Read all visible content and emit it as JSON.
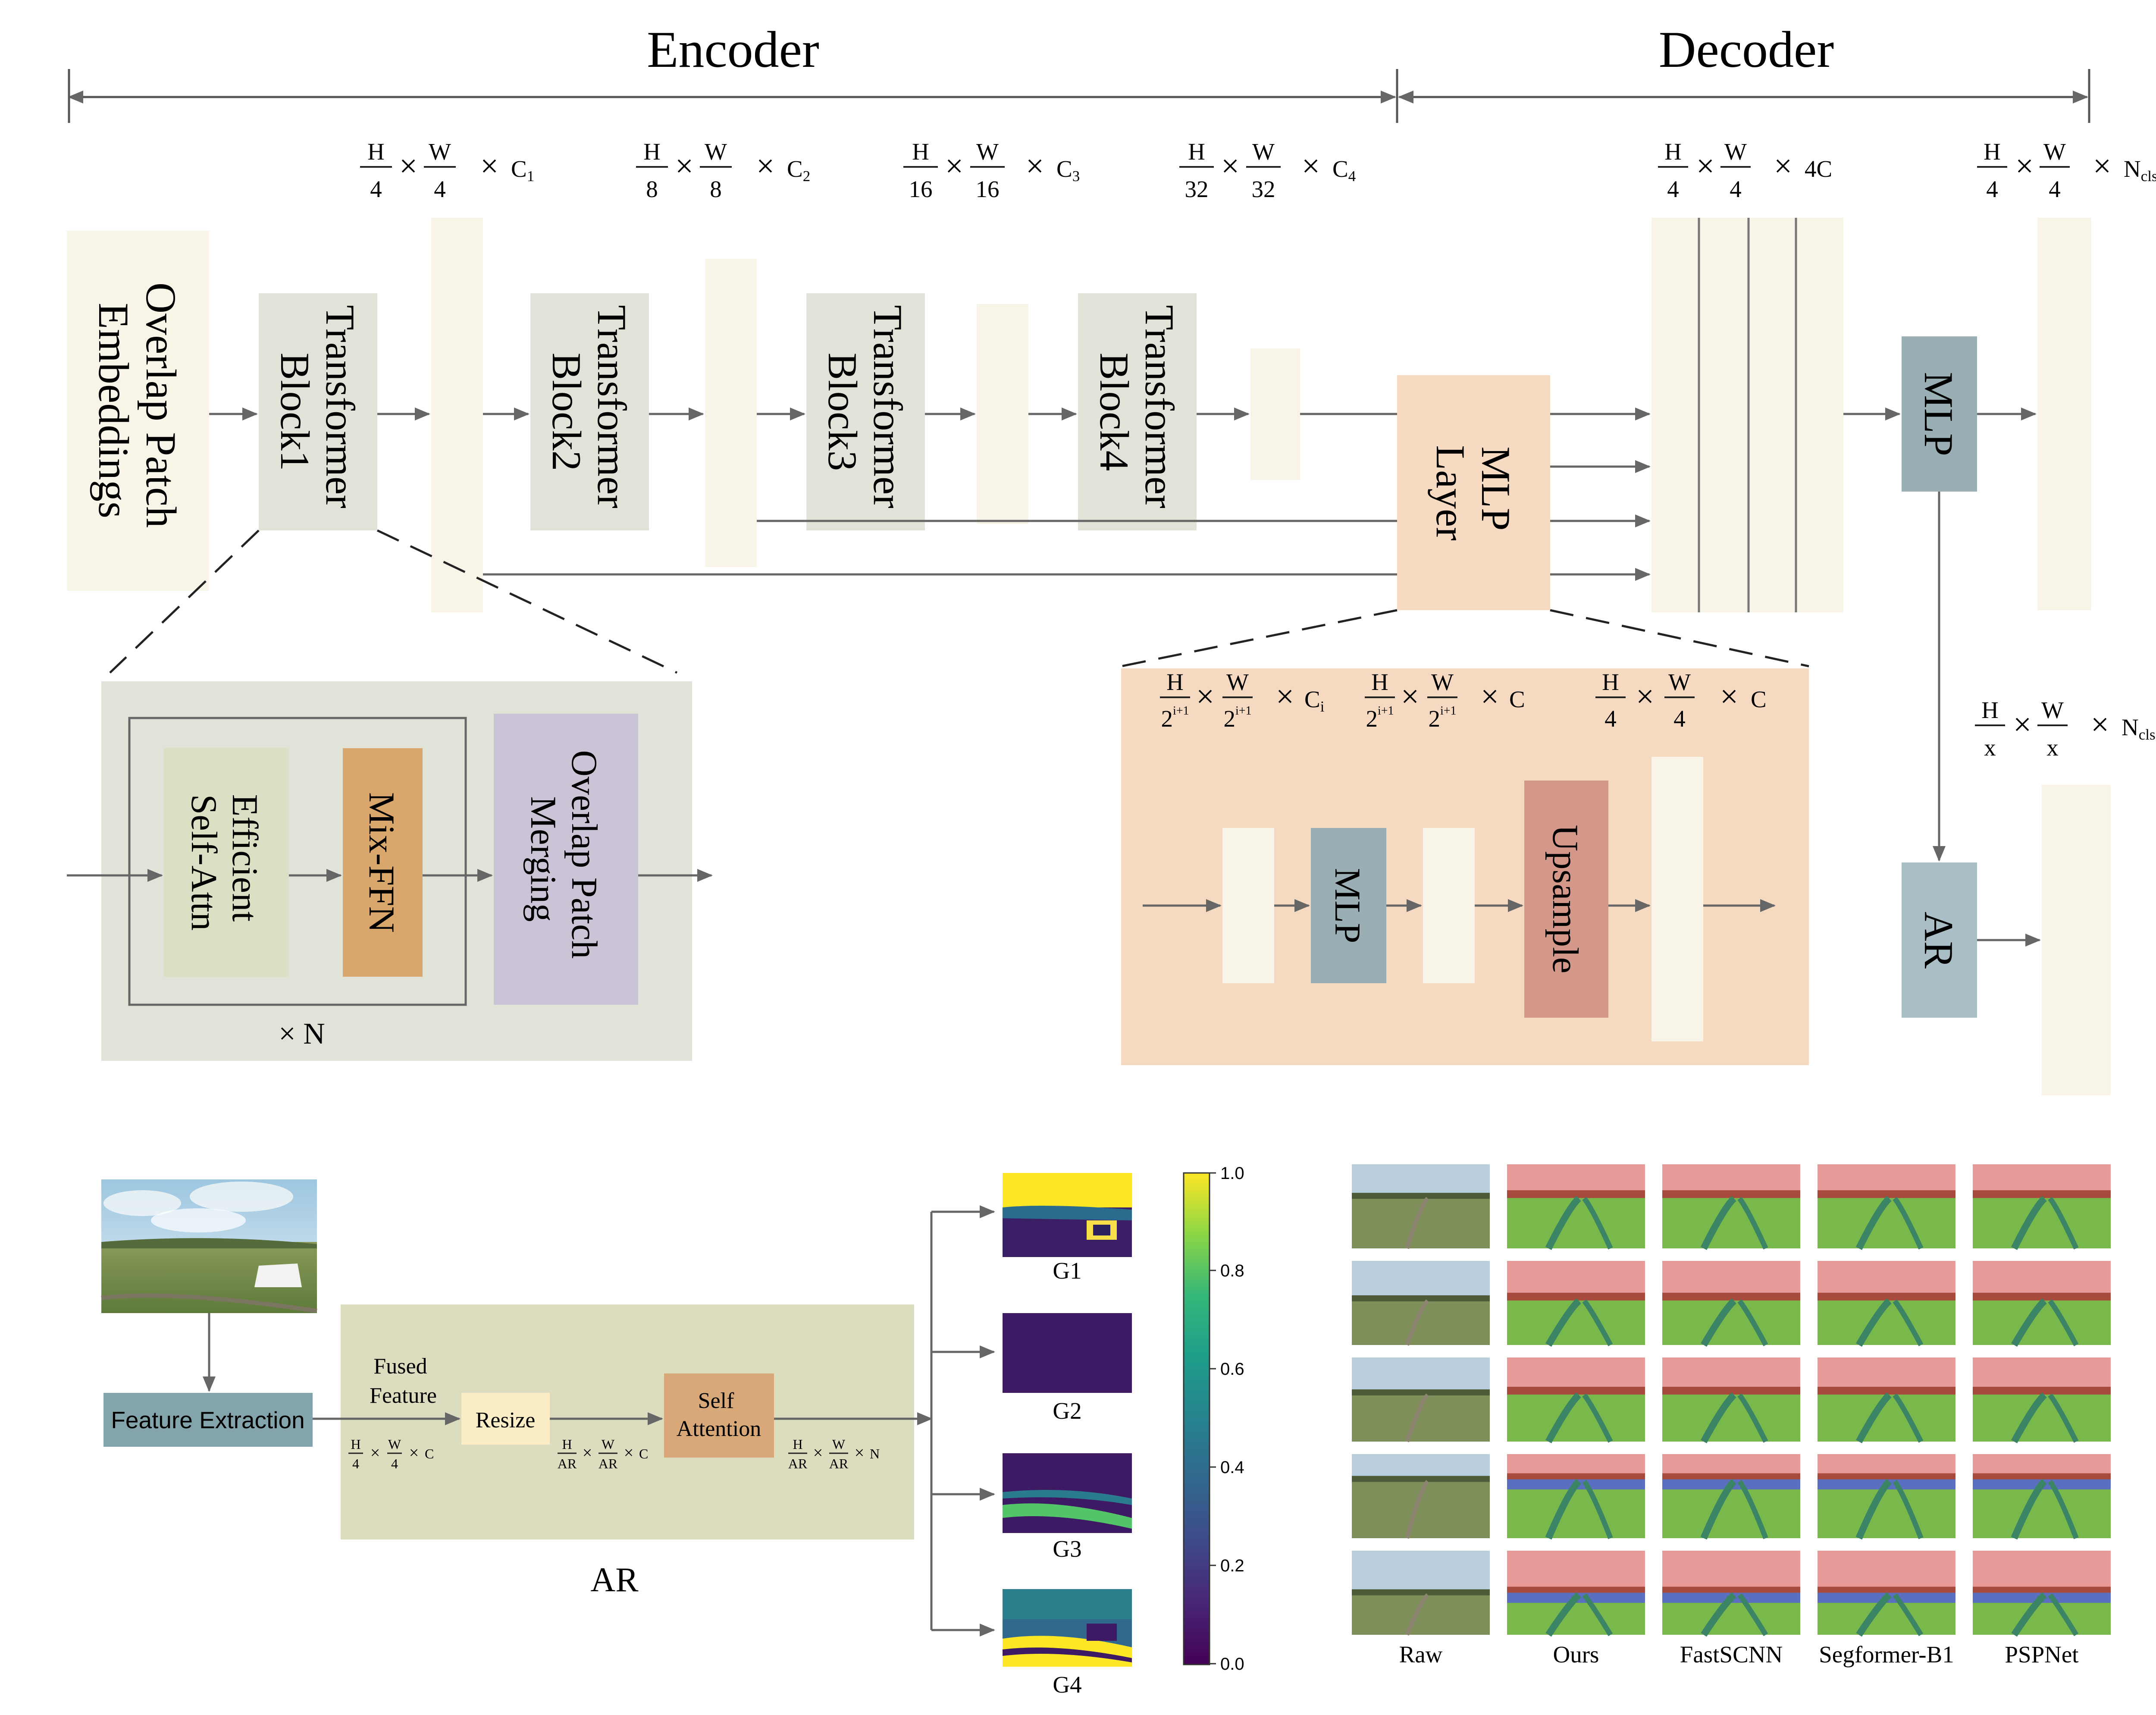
{
  "sections": {
    "encoder": "Encoder",
    "decoder": "Decoder"
  },
  "blocks": {
    "overlap_patch_embeddings": [
      "Overlap Patch",
      "Embeddings"
    ],
    "transformer_blocks": [
      [
        "Transformer",
        "Block1"
      ],
      [
        "Transformer",
        "Block2"
      ],
      [
        "Transformer",
        "Block3"
      ],
      [
        "Transformer",
        "Block4"
      ]
    ],
    "mlp_layer": [
      "MLP",
      "Layer"
    ],
    "mlp_head": "MLP",
    "ar_head": "AR"
  },
  "encoder_dims": [
    {
      "h": "H",
      "hden": "4",
      "w": "W",
      "wden": "4",
      "c": "C",
      "csub": "1"
    },
    {
      "h": "H",
      "hden": "8",
      "w": "W",
      "wden": "8",
      "c": "C",
      "csub": "2"
    },
    {
      "h": "H",
      "hden": "16",
      "w": "W",
      "wden": "16",
      "c": "C",
      "csub": "3"
    },
    {
      "h": "H",
      "hden": "32",
      "w": "W",
      "wden": "32",
      "c": "C",
      "csub": "4"
    }
  ],
  "decoder_dims": {
    "concat": {
      "h": "H",
      "hden": "4",
      "w": "W",
      "wden": "4",
      "c": "4C",
      "csub": ""
    },
    "mlp_out": {
      "h": "H",
      "hden": "4",
      "w": "W",
      "wden": "4",
      "c": "N",
      "csub": "cls"
    },
    "ar_out": {
      "h": "H",
      "hden": "x",
      "w": "W",
      "wden": "x",
      "c": "N",
      "csub": "cls"
    }
  },
  "transformer_detail": {
    "efficient_self_attn": [
      "Efficient",
      "Self-Attn"
    ],
    "mix_ffn": "Mix-FFN",
    "overlap_patch_merging": [
      "Overlap Patch",
      "Merging"
    ],
    "repeat": "× N"
  },
  "mlp_detail": {
    "dims": [
      {
        "h": "H",
        "hden": "2",
        "hsup": "i+1",
        "w": "W",
        "wden": "2",
        "wsup": "i+1",
        "c": "C",
        "csub": "i"
      },
      {
        "h": "H",
        "hden": "2",
        "hsup": "i+1",
        "w": "W",
        "wden": "2",
        "wsup": "i+1",
        "c": "C",
        "csub": ""
      },
      {
        "h": "H",
        "hden": "4",
        "hsup": "",
        "w": "W",
        "wden": "4",
        "wsup": "",
        "c": "C",
        "csub": ""
      }
    ],
    "mlp": "MLP",
    "upsample": "Upsample"
  },
  "ar_detail": {
    "feature_extraction": "Feature Extraction",
    "fused_feature": [
      "Fused",
      "Feature"
    ],
    "resize": "Resize",
    "self_attention": [
      "Self",
      "Attention"
    ],
    "dims": [
      {
        "h": "H",
        "hden": "4",
        "w": "W",
        "wden": "4",
        "c": "C"
      },
      {
        "h": "H",
        "hden": "AR",
        "w": "W",
        "wden": "AR",
        "c": "C"
      },
      {
        "h": "H",
        "hden": "AR",
        "w": "W",
        "wden": "AR",
        "c": "N"
      }
    ],
    "title": "AR",
    "maps": [
      "G1",
      "G2",
      "G3",
      "G4"
    ]
  },
  "colorbar": {
    "ticks": [
      "0.0",
      "0.2",
      "0.4",
      "0.6",
      "0.8",
      "1.0"
    ]
  },
  "comparison": {
    "columns": [
      "Raw",
      "Ours",
      "FastSCNN",
      "Segformer-B1",
      "PSPNet"
    ],
    "rows": 5
  },
  "colors": {
    "cream": "#f8f5e8",
    "block_gray": "#e1e2d8",
    "mlp_layer": "#f7dac2",
    "mlp_detail_bg": "#f5d9c1",
    "head_blue": "#9aafb3",
    "ar_blue": "#a9bfc5",
    "self_attn": "#dcdfc3",
    "mix_ffn": "#d9a66c",
    "merging": "#cbc3d6",
    "upsample": "#d4988a",
    "feat_box": "#84a4ab",
    "ar_bg": "#dcdcbf",
    "resize": "#fbedc6",
    "self_attention": "#d8a878",
    "segment_sky": "#e79a98",
    "segment_grass": "#79b84a",
    "segment_path": "#3b8466",
    "segment_blue": "#5a6fbf"
  }
}
